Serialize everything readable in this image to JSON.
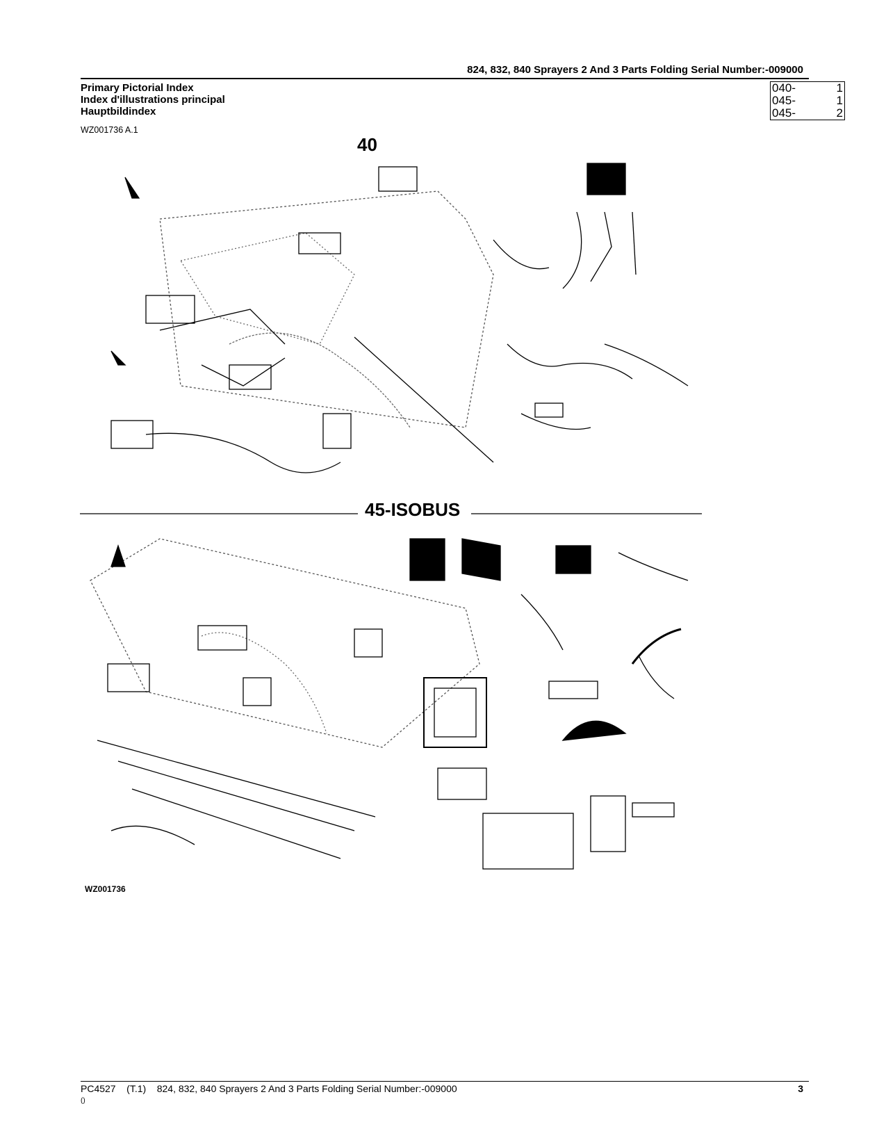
{
  "header": {
    "title": "824, 832, 840 Sprayers 2 And 3 Parts Folding Serial Number:-009000"
  },
  "index": {
    "titles": [
      "Primary Pictorial Index",
      "Index d'illustrations principal",
      "Hauptbildindex"
    ],
    "figure_id": "WZ001736 A.1",
    "refs": [
      {
        "code": "040-",
        "page": "1"
      },
      {
        "code": "045-",
        "page": "1"
      },
      {
        "code": "045-",
        "page": "2"
      }
    ]
  },
  "illustration": {
    "section_top_label": "40",
    "section_bottom_label": "45-ISOBUS",
    "figure_label": "WZ001736"
  },
  "footer": {
    "doc": "PC4527",
    "rev": "(T.1)",
    "title": "824, 832, 840 Sprayers 2 And 3 Parts Folding Serial Number:-009000",
    "page_number": "3",
    "sub": "()"
  }
}
